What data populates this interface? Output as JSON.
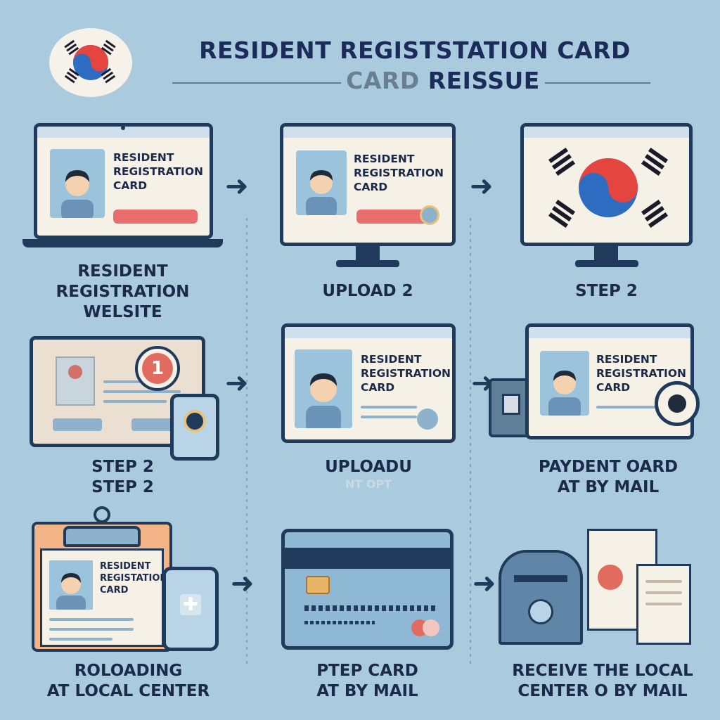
{
  "header": {
    "title": "RESIDENT REGISTSTATION CARD",
    "subtitle_a": "CARD",
    "subtitle_b": "REISSUE"
  },
  "panels": [
    {
      "label_lines": [
        "RESIDENT",
        "REGISTRATION",
        "WELSITE"
      ],
      "card_text": [
        "RESIDENT",
        "REGISTRATION",
        "CARD"
      ]
    },
    {
      "label_lines": [
        "UPLOAD 2"
      ],
      "card_text": [
        "RESIDENT",
        "REGISTRATION",
        "CARD"
      ]
    },
    {
      "label_lines": [
        "STEP 2"
      ]
    },
    {
      "label_lines": [
        "STEP 2",
        "STEP 2"
      ],
      "badge": "1"
    },
    {
      "label_lines": [
        "UPLOADU"
      ],
      "faded": "NT OPT",
      "card_text": [
        "RESIDENT",
        "REGISTRATION",
        "CARD"
      ]
    },
    {
      "label_lines": [
        "PAYDENT OARD",
        "AT BY MAIL"
      ],
      "card_text": [
        "RESIDENT",
        "REGISTRATION",
        "CARD"
      ]
    },
    {
      "label_lines": [
        "ROLOADING",
        "AT LOCAL CENTER"
      ],
      "card_text": [
        "RESIDENT",
        "REGISTATION",
        "CARD"
      ]
    },
    {
      "label_lines": [
        "PTEP CARD",
        "AT BY MAIL"
      ]
    },
    {
      "label_lines": [
        "RECEIVE THE LOCAL",
        "CENTER O BY MAIL"
      ]
    }
  ],
  "colors": {
    "background": "#a9cbdd",
    "navy": "#1f3a5a",
    "screen": "#f6f1e6",
    "flag_red": "#e4453f",
    "flag_blue": "#2d6cc0"
  }
}
